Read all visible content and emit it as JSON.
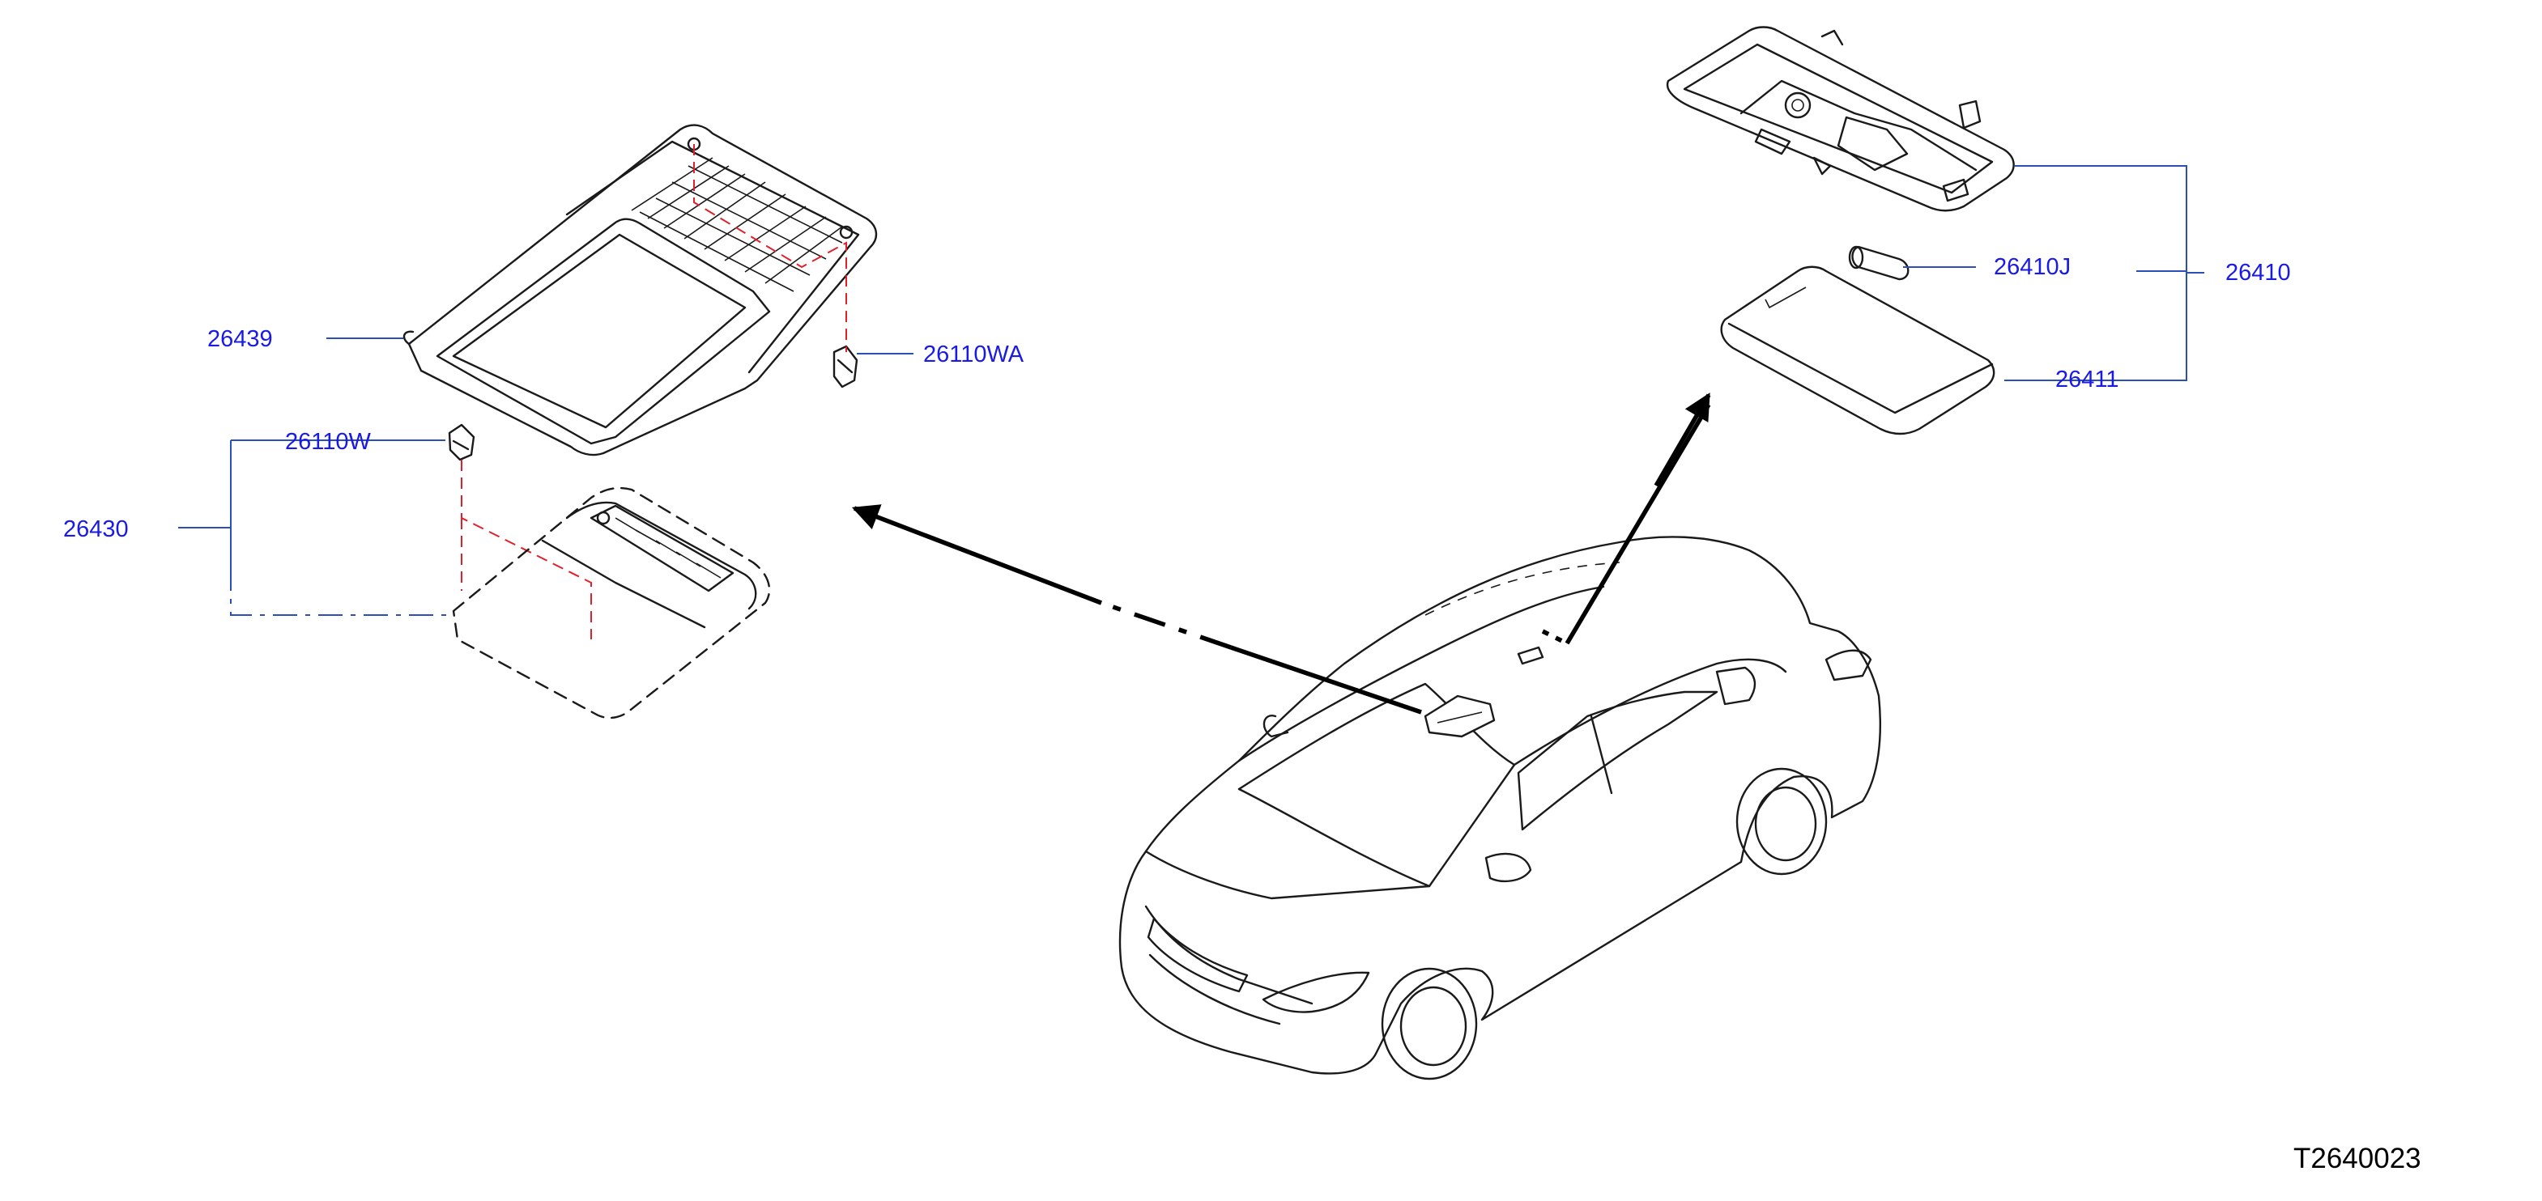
{
  "callouts": {
    "p26439": "26439",
    "p26110wa": "26110WA",
    "p26110w": "26110W",
    "p26430": "26430",
    "p26410j": "26410J",
    "p26410": "26410",
    "p26411": "26411"
  },
  "figure_id": "T2640023",
  "colors": {
    "callout_text": "#1a1ae6",
    "leader_line": "#2b4fb8",
    "alignment_line": "#e0202a",
    "drawing_line": "#1a1a1a"
  }
}
